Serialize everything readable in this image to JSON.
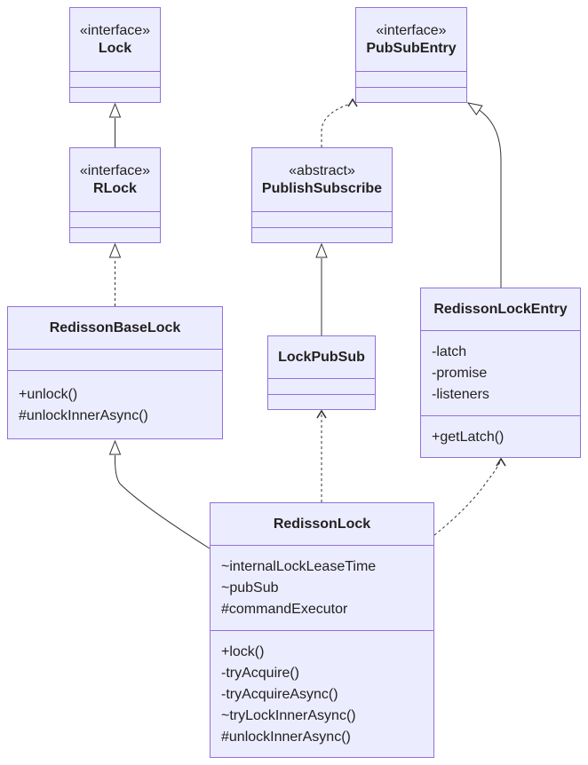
{
  "colors": {
    "node_fill": "#ececff",
    "node_border": "#9370db",
    "edge": "#333333",
    "text": "#222222"
  },
  "classes": {
    "lock": {
      "stereotype": "«interface»",
      "name": "Lock",
      "attributes": [],
      "methods": []
    },
    "pubsubentry": {
      "stereotype": "«interface»",
      "name": "PubSubEntry",
      "attributes": [],
      "methods": []
    },
    "rlock": {
      "stereotype": "«interface»",
      "name": "RLock",
      "attributes": [],
      "methods": []
    },
    "publishsubscribe": {
      "stereotype": "«abstract»",
      "name": "PublishSubscribe",
      "attributes": [],
      "methods": []
    },
    "redissonbaselock": {
      "name": "RedissonBaseLock",
      "attributes": [],
      "methods": [
        "+unlock()",
        "#unlockInnerAsync()"
      ]
    },
    "lockpubsub": {
      "name": "LockPubSub",
      "attributes": [],
      "methods": []
    },
    "redissonlockentry": {
      "name": "RedissonLockEntry",
      "attributes": [
        "-latch",
        "-promise",
        "-listeners"
      ],
      "methods": [
        "+getLatch()"
      ]
    },
    "redissonlock": {
      "name": "RedissonLock",
      "attributes": [
        "~internalLockLeaseTime",
        "~pubSub",
        "#commandExecutor"
      ],
      "methods": [
        "+lock()",
        "-tryAcquire()",
        "-tryAcquireAsync()",
        "~tryLockInnerAsync()",
        "#unlockInnerAsync()"
      ]
    }
  },
  "relations": [
    {
      "from": "RLock",
      "to": "Lock",
      "kind": "inheritance"
    },
    {
      "from": "RedissonBaseLock",
      "to": "RLock",
      "kind": "realization"
    },
    {
      "from": "PublishSubscribe",
      "to": "PubSubEntry",
      "kind": "dependency"
    },
    {
      "from": "LockPubSub",
      "to": "PublishSubscribe",
      "kind": "inheritance"
    },
    {
      "from": "RedissonLockEntry",
      "to": "PubSubEntry",
      "kind": "inheritance"
    },
    {
      "from": "RedissonLock",
      "to": "RedissonBaseLock",
      "kind": "inheritance"
    },
    {
      "from": "RedissonLock",
      "to": "LockPubSub",
      "kind": "dependency"
    },
    {
      "from": "RedissonLock",
      "to": "RedissonLockEntry",
      "kind": "dependency"
    }
  ]
}
